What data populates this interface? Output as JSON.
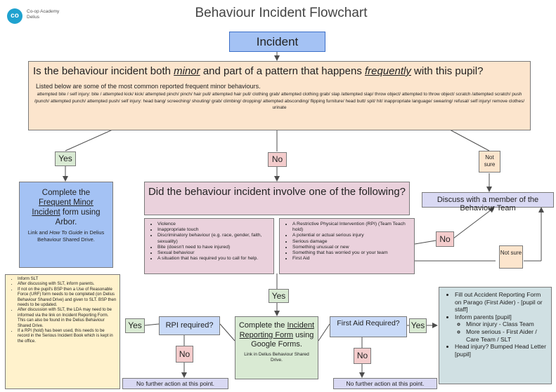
{
  "header": {
    "logo_icon": "co-op-logo-icon",
    "logo_mark": "co op",
    "school_line1": "Co-op Academy",
    "school_line2": "Delius",
    "title": "Behaviour Incident Flowchart"
  },
  "incident": {
    "label": "Incident"
  },
  "question_box": {
    "q_part1": "Is the behaviour incident both ",
    "q_minor": "minor",
    "q_part2": " and part of a pattern that happens ",
    "q_frequently": "frequently",
    "q_part3": " with this pupil?",
    "listed": "Listed below are some of the most common reported frequent minor behaviours.",
    "behaviours": "attempted bite / self injury: bite / attempted kick/ kick/ attempted pinch/ pinch/ hair pull/ attempted hair pull/ clothing grab/ attempted clothing grab/ slap /attempted slap/ throw object/ attempted to throw object/ scratch /attempted scratch/ push /punch/ attempted punch/ attempted push/ self injury: head bang/ screeching/ shouting/ grab/ climbing/ dropping/ attempted absconding/ flipping furniture/ head butt/ spit/ hit/ inappropriate language/ swearing/ refusal/ self injury/ remove clothes/ urinate"
  },
  "labels": {
    "yes1": "Yes",
    "no1": "No",
    "not_sure1": "Not sure",
    "no2": "No",
    "not_sure2": "Not sure",
    "yes_center": "Yes",
    "yes_rpi": "Yes",
    "no_rpi": "No",
    "yes_fa": "Yes",
    "no_fa": "No"
  },
  "frequent_box": {
    "line1": "Complete the",
    "link": "Frequent Minor Incident",
    "line2": " form using Arbor.",
    "small1": "Link and ",
    "small_italic": "How To Guide",
    "small2": " in Delius Behaviour Shared Drive."
  },
  "did_box": {
    "text": "Did the behaviour incident involve one of the following?"
  },
  "list_left": [
    "Violence",
    "Inappropriate touch",
    "Discriminatory behaviour (e.g. race, gender, faith, sexuality)",
    "Bite (doesn't need to have injured)",
    "Sexual behaviour",
    "A situation that has required you to call for help."
  ],
  "list_right": [
    "A Restrictive Physical Intervention (RPI) (Team Teach hold)",
    "A potential or actual serious injury",
    "Serious damage",
    "Something unusual or new",
    "Something that has worried you or your team",
    "First Aid"
  ],
  "discuss_box": {
    "text": "Discuss with a member of the Behaviour Team"
  },
  "slt_box": {
    "items": [
      "Inform SLT",
      "After discussing with SLT, inform parents.",
      "If not on the pupil's BSP then a Use of Reasonable Force (URF) form needs to be completed (on Delius Behaviour Shared Drive) and given to SLT. BSP then needs to be updated.",
      "After discussion with SLT, the LDA may need to be informed via the link on Incident Reporting Form. This can also be found in the Delius Behaviour Shared Drive.",
      "If a RPI (hold) has been used, this needs to be record in the Serious Incident Book which is kept in the office."
    ]
  },
  "rpi_box": {
    "text": "RPI required?"
  },
  "incident_form_box": {
    "line1": "Complete the ",
    "link": "Incident Reporting Form",
    "line2": " using Google Forms.",
    "small": "Link in Delius Behaviour Shared Drive."
  },
  "first_aid_box": {
    "text": "First Aid Required?"
  },
  "accident_box": {
    "item1": "Fill out Accident Reporting Form on Parago (First Aider) - [pupil or staff]",
    "item2": "Inform parents [pupil]",
    "sub1": "Minor injury - Class Team",
    "sub2": "More serious - First Aider / Care Team / SLT",
    "item3": "Head injury? Bumped Head Letter [pupil]"
  },
  "nfa_left": {
    "text": "No further action at this point."
  },
  "nfa_right": {
    "text": "No further action at this point."
  },
  "colors": {
    "blue": "#a4c2f4",
    "peach": "#fce5cd",
    "green": "#d9ead3",
    "pink": "#ead1dc",
    "lavender": "#d9d9f3",
    "tealgrey": "#d0e0e3",
    "yellow": "#fff2cc",
    "arrow": "#4d4d4d"
  }
}
